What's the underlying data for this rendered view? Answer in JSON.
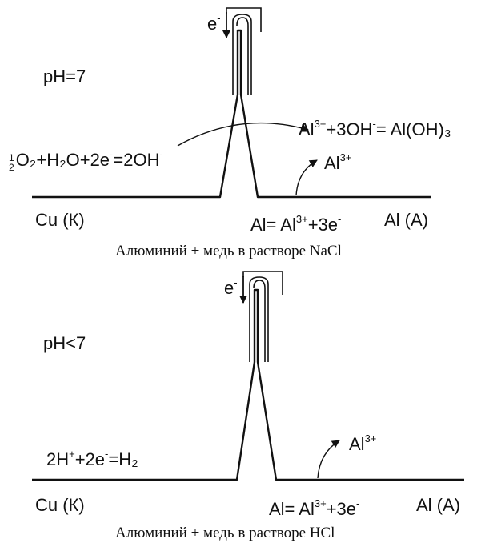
{
  "diagram_top": {
    "ph": "pH=7",
    "electron": "e",
    "electron_charge": "-",
    "cathode": "Cu (К)",
    "anode": "Al (A)",
    "reaction_cathode": {
      "frac_num": "1",
      "frac_den": "2",
      "body": "O₂+H₂O+2e",
      "charge1": "-",
      "rest": "=2OH",
      "charge2": "-"
    },
    "reaction_product": {
      "al": "Al",
      "al_charge": "3+",
      "mid": "+3OH",
      "oh_charge": "-",
      "rest": "= Al(OH)₃"
    },
    "ion": {
      "al": "Al",
      "charge": "3+"
    },
    "reaction_anode": {
      "left": "Al= Al",
      "charge": "3+",
      "right": "+3e",
      "e_charge": "-"
    },
    "caption": "Алюминий + медь в растворе NaCl"
  },
  "diagram_bottom": {
    "ph": "pH<7",
    "electron": "e",
    "electron_charge": "-",
    "cathode": "Cu (К)",
    "anode": "Al (A)",
    "reaction_cathode": {
      "h": "2H",
      "h_charge": "+",
      "mid": "+2e",
      "e_charge": "-",
      "rest": "=H₂"
    },
    "ion": {
      "al": "Al",
      "charge": "3+"
    },
    "reaction_anode": {
      "left": "Al= Al",
      "charge": "3+",
      "right": "+3e",
      "e_charge": "-"
    },
    "caption": "Алюминий + медь в растворе HCl"
  },
  "colors": {
    "ink": "#111111",
    "background": "#ffffff"
  }
}
